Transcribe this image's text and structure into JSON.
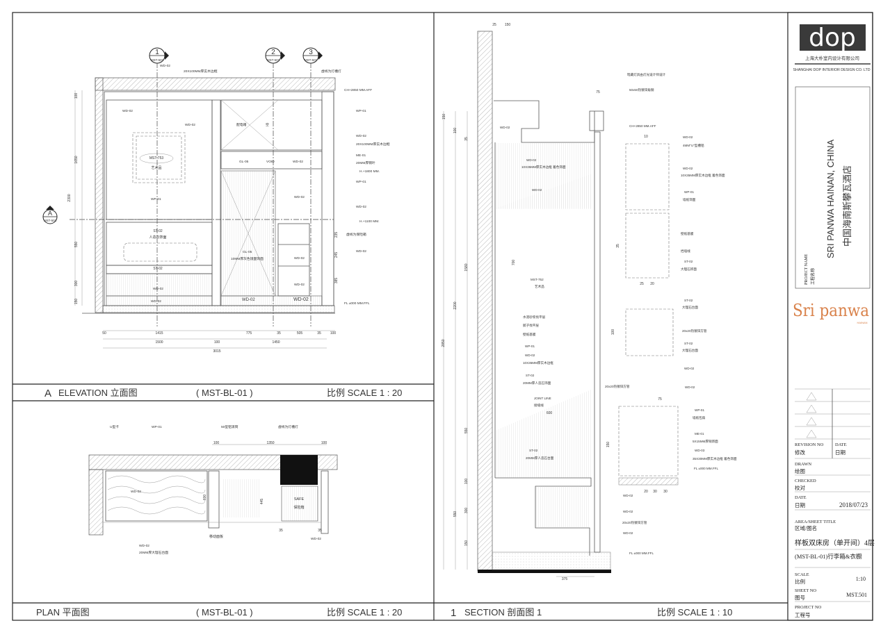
{
  "elevation": {
    "title": {
      "letter": "A",
      "name": "ELEVATION 立面图",
      "ref": "( MST-BL-01 )",
      "scale": "比例 SCALE 1 : 20"
    },
    "markers": [
      {
        "num": "1",
        "ref": "MST-501"
      },
      {
        "num": "2",
        "ref": "MST-501"
      },
      {
        "num": "3",
        "ref": "MST-501"
      },
      {
        "num": "A",
        "ref": "MST-501"
      }
    ],
    "labels": [
      "WD-02",
      "20X100MM厚实木边框",
      "虚线为灯槽灯",
      "CH+2850 MM.AFF",
      "WD-02",
      "WD-02",
      "配电箱",
      "空",
      "WP-01",
      "WD-02",
      "20X100MM厚实木边框",
      "MST-753",
      "艺术品",
      "GL-05",
      "VOID",
      "WD-02",
      "ME-01",
      "20MM厚铜叶",
      "H.+1800 MM.",
      "WP-01",
      "WD-02",
      "WP-01",
      "WD-02",
      "H.+1100 MM.",
      "ST-02",
      "人造石饰面",
      "虚线为保险箱",
      "WD-02",
      "GL-05",
      "10MM厚灰色镜面饰面",
      "WD-02",
      "ST-02",
      "WD-02",
      "WD-02",
      "WD-02",
      "WD-02",
      "WD-02",
      "FL ±000 MM.FFL"
    ],
    "dims": [
      "50",
      "1415",
      "775",
      "35",
      "505",
      "35",
      "100",
      "1500",
      "100",
      "1450",
      "3015",
      "2300",
      "1650",
      "550",
      "300",
      "150",
      "100",
      "235",
      "245",
      "385"
    ]
  },
  "plan": {
    "title": {
      "name": "PLAN 平面图",
      "ref": "( MST-BL-01 )",
      "scale": "比例 SCALE 1 : 20"
    },
    "labels": [
      "U型卡",
      "WP-01",
      "50型铝滚筒",
      "虚线为灯槽灯",
      "WD-02",
      "SAFE",
      "保险箱",
      "移动面板",
      "WD-02",
      "20MM厚大理石台面",
      "WD-02"
    ],
    "dims": [
      "100",
      "1350",
      "100",
      "600",
      "445",
      "35",
      "35"
    ]
  },
  "section": {
    "title": {
      "letter": "1",
      "name": "SECTION 剖面图 1",
      "scale": "比例 SCALE 1 : 10"
    },
    "labels": [
      "暗藏灯具由灯光设计师设计",
      "50x50热镀锌角钢",
      "CH+2850 MM.AFF",
      "WD-02",
      "WD-02",
      "10X35MM厚实木边框 着色饰面",
      "WD-02",
      "MST-752",
      "艺术品",
      "WD-02",
      "4MM\"U\"型槽铝",
      "WD-02",
      "10X35MM厚实木边框 着色饰面",
      "WP-01",
      "墙纸饰面",
      "壁纸基膜",
      "挡墙线",
      "ST-02",
      "大理石饰面",
      "ST-02",
      "大理石台面",
      "20x20热镀锌方管",
      "ST-02",
      "大理石台面",
      "WD-02",
      "水泥砂浆找平层",
      "腻子找平层",
      "壁纸基膜",
      "WP-01",
      "WD-02",
      "10X35MM厚实木边框",
      "ST-02",
      "20MM厚人造石饰面",
      "JOINT LINE",
      "接缝线",
      "ST-02",
      "20MM厚人造石台面",
      "20x20热镀锌方管",
      "WD-02",
      "WP-01",
      "墙纸包扇",
      "ME-01",
      "5X15MM厚铜饰面",
      "WD-03",
      "35X30MM厚实木边框 着色饰面",
      "FL ±000 MM.FFL",
      "WD-02",
      "WD-02",
      "20x20热镀锌方管",
      "WD-02",
      "FL ±000 MM.FFL"
    ],
    "dims": [
      "25",
      "150",
      "75",
      "150",
      "100",
      "35",
      "1580",
      "700",
      "2200",
      "2850",
      "550",
      "100",
      "300",
      "150",
      "550",
      "600",
      "375",
      "20",
      "30",
      "30",
      "10",
      "35",
      "25",
      "20",
      "100",
      "75",
      "150"
    ]
  },
  "title_block": {
    "logo_text": "dop",
    "company_cn": "上海大朴室内设计有限公司",
    "company_en": "SHANGHAI DOP INTERIOR DESIGN CO. LTD",
    "project_label_en": "PROJECT NAME",
    "project_label_cn": "工程名称",
    "project_en": "SRI PANWA HAINAN, CHINA",
    "project_cn": "中国海南斯攀瓦酒店",
    "brand": "Sri panwa",
    "brand_sub": "HAINAN",
    "revision_label_en": "REVISION NO",
    "revision_label_cn": "修改",
    "date_label_en": "DATE",
    "date_label_cn": "日期",
    "drawn_en": "DRAWN",
    "drawn_cn": "绘图",
    "checked_en": "CHECKED",
    "checked_cn": "校对",
    "date2_en": "DATE",
    "date2_cn": "日期",
    "date_value": "2018/07/23",
    "area_en": "AREA/SHEET TITLE",
    "area_cn": "区域/图名",
    "sheet_title_1": "样板双床房（单开间）4层",
    "sheet_title_2": "(MST-BL-01)行李箱&衣橱",
    "scale_en": "SCALE",
    "scale_cn": "比例",
    "scale_value": "1:10",
    "sheet_no_en": "SHEET NO",
    "sheet_no_cn": "图号",
    "sheet_no_value": "MST.501",
    "project_no_en": "PROJECT NO",
    "project_no_cn": "工程号"
  },
  "colors": {
    "brand": "#d9824b",
    "logo_bg": "#3a3a3a"
  }
}
